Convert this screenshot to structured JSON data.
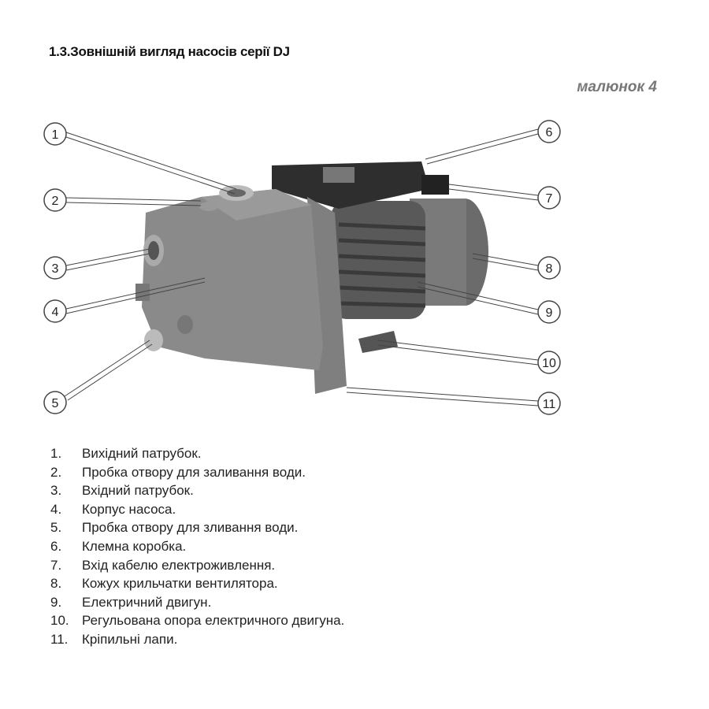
{
  "title": "1.3.Зовнішній вигляд насосів серії DJ",
  "figure_label": "малюнок 4",
  "callouts": [
    "1",
    "2",
    "3",
    "4",
    "5",
    "6",
    "7",
    "8",
    "9",
    "10",
    "11"
  ],
  "items": [
    {
      "num": "1.",
      "text": "Вихідний патрубок."
    },
    {
      "num": "2.",
      "text": "Пробка отвору для заливання води."
    },
    {
      "num": "3.",
      "text": "Вхідний патрубок."
    },
    {
      "num": "4.",
      "text": "Корпус насоса."
    },
    {
      "num": "5.",
      "text": "Пробка отвору для зливання води."
    },
    {
      "num": "6.",
      "text": "Клемна коробка."
    },
    {
      "num": "7.",
      "text": "Вхід кабелю електроживлення."
    },
    {
      "num": "8.",
      "text": "Кожух крильчатки вентилятора."
    },
    {
      "num": "9.",
      "text": "Електричний двигун."
    },
    {
      "num": "10.",
      "text": "Регульована опора електричного двигуна."
    },
    {
      "num": "11.",
      "text": "Кріпильні лапи."
    }
  ]
}
